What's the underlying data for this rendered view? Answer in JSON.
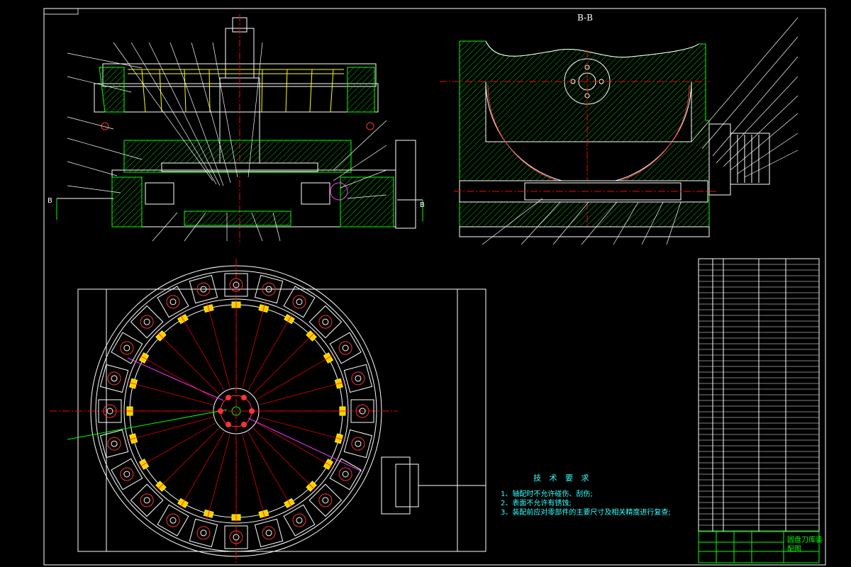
{
  "drawing": {
    "section_label": "B-B",
    "section_marker_left": "B",
    "section_marker_right": "B",
    "tech_requirements": {
      "title": "技 术 要 求",
      "items": [
        "1、轴配时不允许碰伤、刮伤;",
        "2、表面不允许有锈蚀;",
        "3、装配前应对零部件的主要尺寸及相关精度进行复查;"
      ]
    },
    "title_block": {
      "name": "圆盘刀库装",
      "code": "配图"
    }
  },
  "colors": {
    "background": "#000000",
    "outline": "#ffffff",
    "hatch": "#00ff00",
    "centerline": "#ff0000",
    "part_yellow": "#ffff00",
    "text_cyan": "#33ffff",
    "magenta": "#ff33ff"
  }
}
